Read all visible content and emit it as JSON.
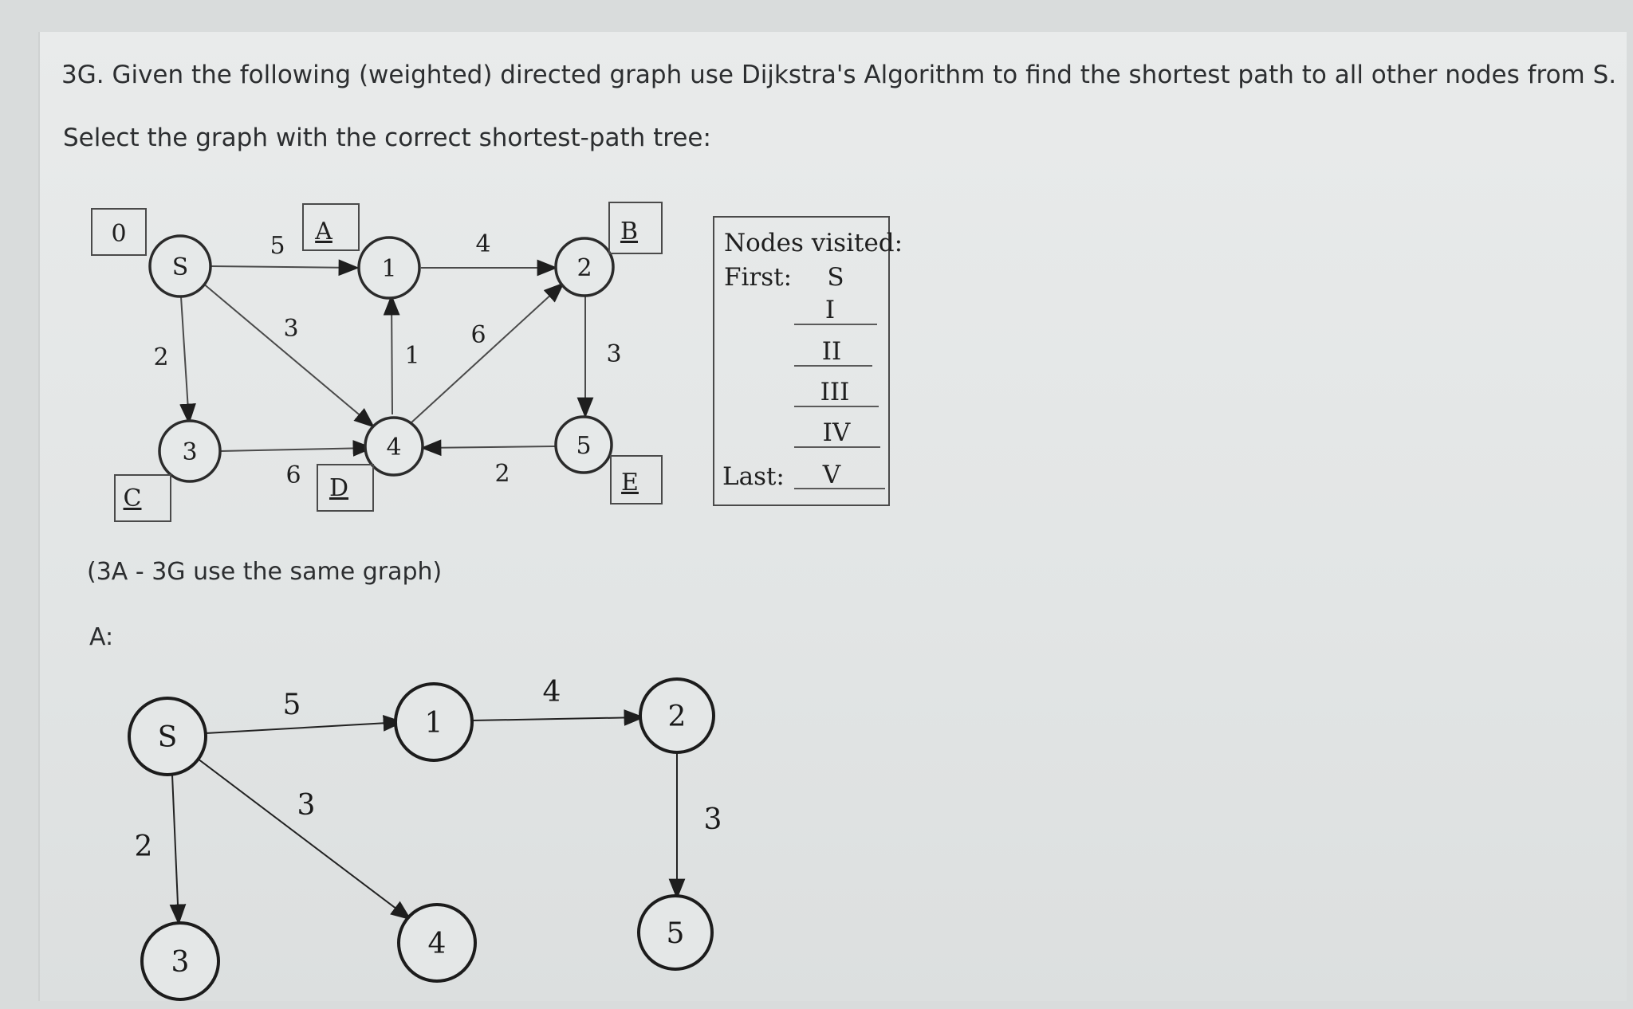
{
  "question": {
    "title": "3G. Given the following (weighted) directed graph use Dijkstra's Algorithm to find the shortest path to all other nodes from S.",
    "prompt": "Select the graph with the correct shortest-path tree:",
    "shared_note": "(3A - 3G use the same graph)",
    "option_label": "A:"
  },
  "main_graph": {
    "nodes": {
      "S": "S",
      "n1": "1",
      "n2": "2",
      "n3": "3",
      "n4": "4",
      "n5": "5"
    },
    "edge_weights": {
      "s_1": "5",
      "s_4": "3",
      "s_3": "2",
      "one_2": "4",
      "four_1": "1",
      "four_2": "6",
      "two_5": "3",
      "three_4": "6",
      "five_4": "2"
    },
    "boxes": {
      "zero": "0",
      "a": "A",
      "b": "B",
      "c": "C",
      "d": "D",
      "e": "E"
    }
  },
  "visited_table": {
    "title": "Nodes visited:",
    "first_label": "First:",
    "first_value": "S",
    "rows": [
      "I",
      "II",
      "III",
      "IV"
    ],
    "last_label": "Last:",
    "last_value": "V"
  },
  "option_a_graph": {
    "nodes": {
      "S": "S",
      "n1": "1",
      "n2": "2",
      "n3": "3",
      "n4": "4",
      "n5": "5"
    },
    "edge_weights": {
      "s_1": "5",
      "s_4": "3",
      "s_3": "2",
      "one_2": "4",
      "two_5": "3"
    }
  }
}
